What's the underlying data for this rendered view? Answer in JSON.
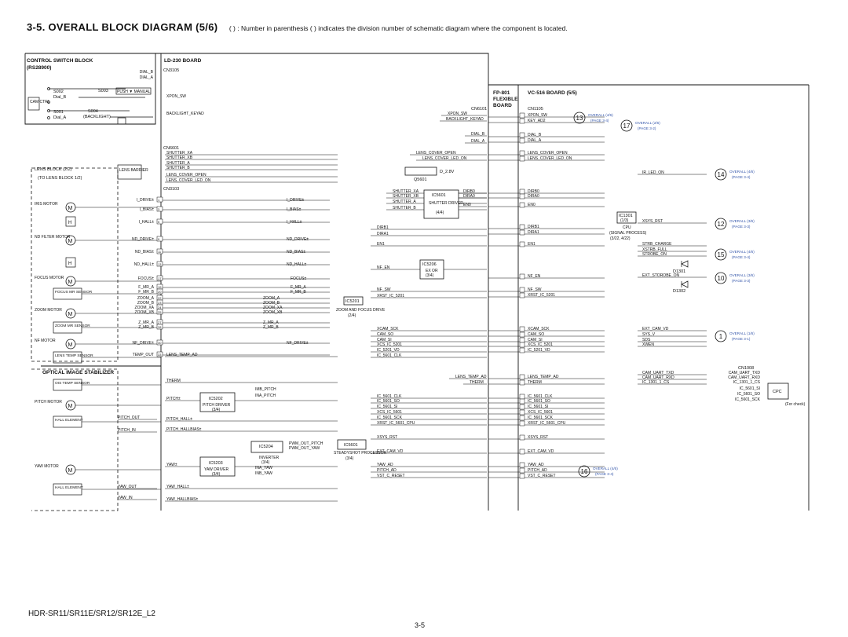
{
  "header": {
    "title": "3-5.  OVERALL  BLOCK  DIAGRAM (5/6)",
    "subtitle": "( ) : Number in parenthesis ( ) indicates the division number of schematic diagram where the component is located."
  },
  "sections": {
    "control_switch": "CONTROL SWITCH BLOCK",
    "control_switch_ref": "(RS28900)",
    "ld230": "LD-230 BOARD",
    "fp801_a": "FP-801",
    "fp801_b": "FLEXIBLE",
    "fp801_c": "BOARD",
    "vc516": "VC-516 BOARD (5/5)",
    "ois": "OPTICAL IMAGE STABILIZER",
    "lens_block": "LENS BLOCK (2/2)",
    "to_lens_block": "(TO LENS BLOCK 1/2)"
  },
  "switches": {
    "s003": "S003",
    "push_manual": "PUSH ▼ MANUAL",
    "s002": "S002",
    "dial_b": "Dial_B",
    "s001": "S001",
    "dial_a": "Dial_A",
    "s004": "S004",
    "backlight": "(BACKLIGHT)",
    "cam_ctrl": "CAM CTRL"
  },
  "ics": {
    "lens_barrier": "LENS BARRIER",
    "ic5201": "IC5201",
    "ic5201_name": "ZOOM AND FOCUS DRIVE",
    "ic5201_ref": "(2/4)",
    "ic5202": "IC5202",
    "pitch_driver": "PITCH DRIVER",
    "ic5202_ref": "(3/4)",
    "ic5203": "IC5203",
    "yaw_driver": "YAW DRIVER",
    "ic5203_ref": "(3/4)",
    "ic5204": "IC5204",
    "inverter": "INVERTER",
    "ic5204_ref": "(3/4)",
    "ic5601": "IC5601",
    "ic5601_name": "STEADYSHOT PROCESSOR",
    "ic5601_ref": "(3/4)",
    "ic5601b": "IC5601",
    "shutter_driver": "SHUTTER DRIVER",
    "ic5601b_ref": "(4/4)",
    "ic5206": "IC5206",
    "ex_or": "EX OR",
    "ic5206_ref": "(3/4)",
    "q5601": "Q5601",
    "d28v": "D_2.8V",
    "ic1301": "IC1301",
    "ic1301_ref": "(1/3)",
    "cpu_label": "CPU",
    "signal_process": "(SIGNAL PROCESS)",
    "ic1301_pages": "(3/22, 4/22)",
    "d1301": "D1301",
    "d1302": "D1302",
    "cpc": "CPC",
    "for_check": "(For check)",
    "cn1008": "CN1008",
    "cn3105": "CN3105",
    "cn3103": "CN3103",
    "cn1105": "CN1105",
    "cn6601": "CN6601",
    "cn61xx": "CN6101"
  },
  "components": {
    "iris_motor": "IRIS MOTOR",
    "nd_filter": "ND FILTER MOTOR",
    "focus_motor": "FOCUS MOTOR",
    "focus_mr": "FOCUS MR SENSOR",
    "zoom_motor": "ZOOM MOTOR",
    "zoom_mr": "ZOOM MR SENSOR",
    "nf_motor": "NF MOTOR",
    "lens_temp": "LENS TEMP SENSOR",
    "ois_temp": "OIS TEMP SENSOR",
    "pitch_motor": "PITCH MOTOR",
    "hall1": "HALL ELEMENT",
    "yaw_motor": "YAW MOTOR",
    "hall2": "HALL ELEMENT",
    "h": "H"
  },
  "refs": {
    "r13": "13",
    "r13_txt": "OVERALL (4/6)",
    "r13_pg": "(PAGE 3-4)",
    "r17": "17",
    "r17_txt": "OVERALL (2/6)",
    "r17_pg": "(PAGE 3-2)",
    "r14": "14",
    "r14_txt": "OVERALL (4/6)",
    "r14_pg": "(PAGE 3-4)",
    "r12": "12",
    "r12_txt": "OVERALL (3/6)",
    "r12_pg": "(PAGE 3-3)",
    "r15": "15",
    "r15_txt": "OVERALL (4/6)",
    "r15_pg": "(PAGE 3-4)",
    "r10": "10",
    "r10_txt": "OVERALL (3/6)",
    "r10_pg": "(PAGE 3-3)",
    "r1": "1",
    "r1_txt": "OVERALL (1/6)",
    "r1_pg": "(PAGE 3-1)",
    "r16": "16",
    "r16_txt": "OVERALL (4/6)",
    "r16_pg": "(PAGE 3-4)"
  },
  "left_signals": [
    {
      "text": "I_DRIVE±",
      "pin": "1"
    },
    {
      "text": "I_BIAS±",
      "pin": "3"
    },
    {
      "text": "I_HALL±",
      "pin": "5"
    },
    {
      "text": "ND_DRIVE±",
      "pin": "9"
    },
    {
      "text": "ND_BIAS±",
      "pin": "11"
    },
    {
      "text": "ND_HALL±",
      "pin": "13"
    },
    {
      "text": "FOCUS±",
      "pin": "17"
    },
    {
      "text": "F_MR_A",
      "pin": "19"
    },
    {
      "text": "F_MR_B",
      "pin": "20"
    },
    {
      "text": "ZOOM_A",
      "pin": "22"
    },
    {
      "text": "ZOOM_B",
      "pin": "23"
    },
    {
      "text": "ZOOM_XA",
      "pin": "24"
    },
    {
      "text": "ZOOM_XB",
      "pin": "25"
    },
    {
      "text": "Z_MR_A",
      "pin": "27"
    },
    {
      "text": "Z_MR_B",
      "pin": "28"
    },
    {
      "text": "NF_DRIVE±",
      "pin": "30"
    },
    {
      "text": "TEMP_OUT",
      "pin": "33"
    }
  ],
  "ld_signals": [
    "DIAL_B",
    "DIAL_A",
    "XPON_SW",
    "BACKLIGHT_KEYAD",
    "SHUTTER_XA",
    "SHUTTER_XB",
    "SHUTTER_A",
    "SHUTTER_B",
    "LENS_COVER_OPEN",
    "LENS_COVER_LED_ON",
    "THERM",
    "PITCH±",
    "PITCH_HALL±",
    "PITCH_HALLBIAS±",
    "YAW±",
    "YAW_HALL±",
    "YAW_HALLBIAS±",
    "LENS_TEMP_AD",
    "PITCH_OUT",
    "PITCH_IN",
    "YAW_OUT",
    "YAW_IN"
  ],
  "mid_signals": [
    "IMB_PITCH",
    "INA_PITCH",
    "PWM_OUT_PITCH",
    "PWM_OUT_YAW",
    "INA_YAW",
    "INB_YAW",
    "ZOOM_A",
    "ZOOM_B",
    "ZOOM_XA",
    "ZOOM_XB",
    "Z_MR_A",
    "Z_MR_B",
    "F_MR_A",
    "F_MR_B",
    "FOCUS±",
    "I_DRIVE±",
    "I_BIAS±",
    "I_HALL±",
    "ND_DRIVE±",
    "ND_BIAS±",
    "ND_HALL±",
    "NF_DRIVE±"
  ],
  "steady_signals": [
    "DIRB1",
    "DIRA1",
    "EN1",
    "NF_EN",
    "NF_SW",
    "XRST_IC_5201",
    "XCAM_SCK",
    "CAM_SO",
    "CAM_SI",
    "XCS_IC_5201",
    "IC_5201_VD",
    "IC_5601_CLK",
    "IC_5601_CLK",
    "IC_5601_SO",
    "IC_5601_SI",
    "XCS_IC_5601",
    "IC_5601_SCK",
    "XRST_IC_5601_CPU",
    "XSYS_RST",
    "EXT_CAM_VD",
    "YAW_AD",
    "PITCH_AD",
    "VST_C_RESET",
    "LENS_TEMP_AD",
    "THERM",
    "SHUTTER_XA",
    "SHUTTER_XB",
    "SHUTTER_A",
    "SHUTTER_B",
    "DIRB0",
    "DIRA0",
    "EN0",
    "LENS_COVER_OPEN",
    "LENS_COVER_LED_ON",
    "XPON_SW",
    "BACKLIGHT_KEYAD",
    "DIAL_B",
    "DIAL_A"
  ],
  "right_signals": [
    "XPON_SW",
    "KEY_AD2",
    "DIAL_B",
    "DIAL_A",
    "LENS_COVER_OPEN",
    "LENS_COVER_LED_ON",
    "DIRB0",
    "DIRA0",
    "EN0",
    "DIRB1",
    "DIRA1",
    "EN1",
    "NF_EN",
    "NF_SW",
    "XRST_IC_5201",
    "XCAM_SCK",
    "CAM_SO",
    "CAM_SI",
    "XCS_IC_5201",
    "IC_5201_VD",
    "LENS_TEMP_AD",
    "THERM",
    "IC_5601_CLK",
    "IC_5601_SO",
    "IC_5601_SI",
    "XCS_IC_5601",
    "IC_5601_SCK",
    "XRST_IC_5601_CPU",
    "XSYS_RST",
    "EXT_CAM_VD",
    "YAW_AD",
    "PITCH_AD",
    "VST_C_RESET"
  ],
  "cpu_signals": [
    "IR_LED_ON",
    "XSYS_RST",
    "STRB_CHARGE",
    "XSTRB_FULL",
    "STROBE_ON",
    "EXT_STOROBE_ON",
    "EXT_CAM_VD",
    "SYS_V",
    "SDS",
    "XWEN",
    "CAM_UART_TXD",
    "CAM_UART_RXD",
    "IC_1301_1_CS"
  ],
  "cn1008_signals": [
    "CAM_UART_TXD",
    "CAM_UART_RXD",
    "IC_1301_1_CS",
    "IC_5601_SI",
    "IC_5601_SO",
    "IC_5601_SCK"
  ],
  "footer": {
    "model": "HDR-SR11/SR11E/SR12/SR12E_L2",
    "page": "3-5"
  }
}
